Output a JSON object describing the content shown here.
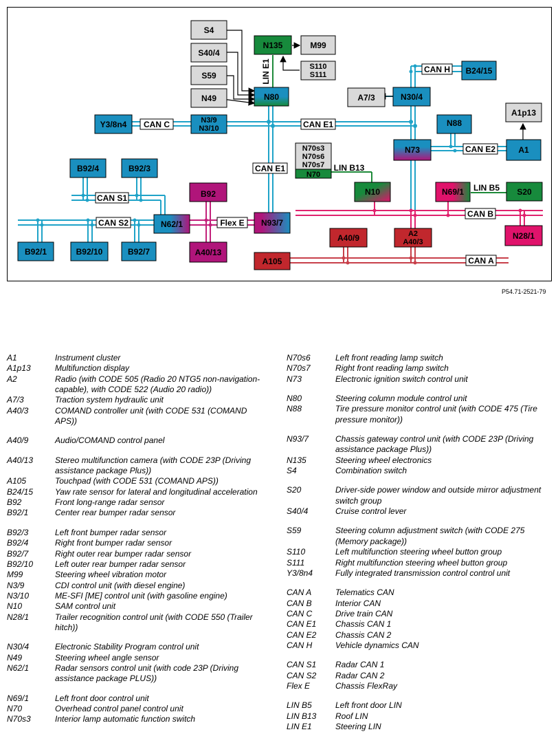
{
  "diagram": {
    "reference": "P54.71-2521-79",
    "colors": {
      "can_blue": "#1fa3c8",
      "can_pink": "#e0226e",
      "can_red": "#c8404a",
      "lin_green": "#1e8a3a",
      "node_blue": "#1a8fbf",
      "node_grey": "#d9d9d9",
      "node_magenta": "#b0157a",
      "node_red": "#c1272d",
      "node_pink": "#e0136b",
      "node_green": "#178a3c"
    },
    "nodes": {
      "S4": "S4",
      "S40_4": "S40/4",
      "S59": "S59",
      "N49": "N49",
      "N135": "N135",
      "M99": "M99",
      "S110": "S110",
      "S111": "S111",
      "N80": "N80",
      "A7_3": "A7/3",
      "N30_4": "N30/4",
      "B24_15": "B24/15",
      "A1p13": "A1p13",
      "Y3_8n4": "Y3/8n4",
      "N3_9": "N3/9",
      "N3_10": "N3/10",
      "N88": "N88",
      "N73": "N73",
      "A1": "A1",
      "N70s3": "N70s3",
      "N70s6": "N70s6",
      "N70s7": "N70s7",
      "N70": "N70",
      "B92_4": "B92/4",
      "B92_3": "B92/3",
      "B92": "B92",
      "N10": "N10",
      "N69_1": "N69/1",
      "S20": "S20",
      "N62_1": "N62/1",
      "N93_7": "N93/7",
      "N28_1": "N28/1",
      "B92_1": "B92/1",
      "B92_10": "B92/10",
      "B92_7": "B92/7",
      "A40_13": "A40/13",
      "A40_9": "A40/9",
      "A2": "A2",
      "A40_3": "A40/3",
      "A105": "A105"
    },
    "buses": {
      "can_h": "CAN H",
      "can_c": "CAN C",
      "can_e1_h": "CAN E1",
      "can_e2": "CAN E2",
      "can_e1_v": "CAN E1",
      "lin_b13": "LIN B13",
      "lin_b5": "LIN B5",
      "can_s1": "CAN S1",
      "can_s2": "CAN S2",
      "flex_e": "Flex E",
      "can_b": "CAN B",
      "can_a": "CAN A",
      "lin_e1": "LIN E1"
    }
  },
  "legend_left": [
    {
      "code": "A1",
      "desc": "Instrument cluster"
    },
    {
      "code": "A1p13",
      "desc": "Multifunction display"
    },
    {
      "code": "A2",
      "desc": "Radio (with CODE 505 (Radio 20 NTG5 non-navigation-capable), with CODE 522 (Audio 20 radio))"
    },
    {
      "code": "A7/3",
      "desc": "Traction system hydraulic unit"
    },
    {
      "code": "A40/3",
      "desc": "COMAND controller unit (with CODE 531 (COMAND APS))"
    },
    {
      "code": "A40/9",
      "desc": "Audio/COMAND control panel"
    },
    {
      "code": "A40/13",
      "desc": "Stereo multifunction camera (with CODE 23P (Driving assistance package Plus))"
    },
    {
      "code": "A105",
      "desc": "Touchpad (with CODE 531 (COMAND APS))"
    },
    {
      "code": "B24/15",
      "desc": "Yaw rate sensor for lateral and longitudinal acceleration"
    },
    {
      "code": "B92",
      "desc": "Front long-range radar sensor"
    },
    {
      "code": "B92/1",
      "desc": "Center rear bumper radar sensor"
    },
    {
      "code": "B92/3",
      "desc": "Left front bumper radar sensor"
    },
    {
      "code": "B92/4",
      "desc": "Right front bumper radar sensor"
    },
    {
      "code": "B92/7",
      "desc": "Right outer rear bumper radar sensor"
    },
    {
      "code": "B92/10",
      "desc": "Left outer rear bumper radar sensor"
    },
    {
      "code": "M99",
      "desc": "Steering wheel vibration motor"
    },
    {
      "code": "N3/9",
      "desc": "CDI control unit (with diesel engine)"
    },
    {
      "code": "N3/10",
      "desc": "ME-SFI [ME] control unit (with gasoline engine)"
    },
    {
      "code": "N10",
      "desc": "SAM control unit"
    },
    {
      "code": "N28/1",
      "desc": "Trailer recognition control unit (with CODE 550 (Trailer hitch))"
    },
    {
      "code": "N30/4",
      "desc": "Electronic Stability Program control unit"
    },
    {
      "code": "N49",
      "desc": "Steering wheel angle sensor"
    },
    {
      "code": "N62/1",
      "desc": "Radar sensors control unit (with code 23P (Driving assistance package PLUS))"
    },
    {
      "code": "N69/1",
      "desc": "Left front door control unit"
    },
    {
      "code": "N70",
      "desc": "Overhead control panel control unit"
    },
    {
      "code": "N70s3",
      "desc": "Interior lamp automatic function switch"
    }
  ],
  "legend_right": [
    {
      "code": "N70s6",
      "desc": "Left front reading lamp switch"
    },
    {
      "code": "N70s7",
      "desc": "Right front reading lamp switch"
    },
    {
      "code": "N73",
      "desc": "Electronic ignition switch control unit"
    },
    {
      "code": "N80",
      "desc": "Steering column module control unit"
    },
    {
      "code": "N88",
      "desc": "Tire pressure monitor control unit (with CODE 475 (Tire pressure monitor))"
    },
    {
      "code": "N93/7",
      "desc": "Chassis gateway control unit (with CODE 23P (Driving assistance package Plus))"
    },
    {
      "code": "N135",
      "desc": "Steering wheel electronics"
    },
    {
      "code": "S4",
      "desc": "Combination switch"
    },
    {
      "code": "S20",
      "desc": "Driver-side power window and outside mirror adjustment switch group"
    },
    {
      "code": "S40/4",
      "desc": "Cruise control lever"
    },
    {
      "code": "S59",
      "desc": "Steering column adjustment switch (with CODE 275 (Memory package))"
    },
    {
      "code": "S110",
      "desc": "Left multifunction steering wheel button group"
    },
    {
      "code": "S111",
      "desc": "Right multifunction steering wheel button group"
    },
    {
      "code": "Y3/8n4",
      "desc": "Fully integrated transmission control control unit"
    },
    {
      "code": "CAN A",
      "desc": "Telematics CAN"
    },
    {
      "code": "CAN B",
      "desc": "Interior CAN"
    },
    {
      "code": "CAN C",
      "desc": "Drive train CAN"
    },
    {
      "code": "CAN E1",
      "desc": "Chassis CAN 1"
    },
    {
      "code": "CAN E2",
      "desc": "Chassis CAN 2"
    },
    {
      "code": "CAN H",
      "desc": "Vehicle dynamics CAN"
    },
    {
      "code": "CAN S1",
      "desc": "Radar CAN 1"
    },
    {
      "code": "CAN S2",
      "desc": "Radar CAN 2"
    },
    {
      "code": "Flex E",
      "desc": "Chassis FlexRay"
    },
    {
      "code": "LIN B5",
      "desc": "Left front door LIN"
    },
    {
      "code": "LIN B13",
      "desc": "Roof LIN"
    },
    {
      "code": "LIN E1",
      "desc": "Steering LIN"
    }
  ]
}
